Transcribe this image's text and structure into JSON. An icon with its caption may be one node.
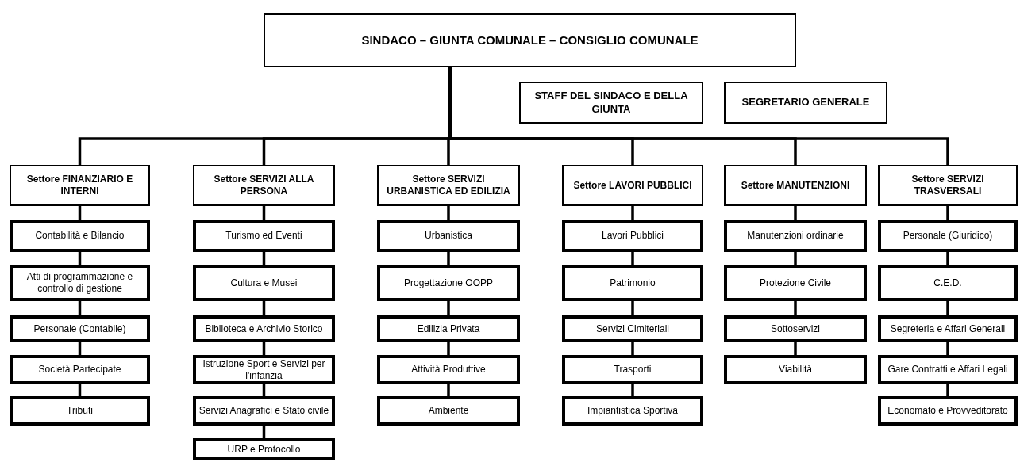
{
  "diagram": {
    "nodes": [
      {
        "text": [
          "SINDACO – GIUNTA COMUNALE – CONSIGLIO COMUNALE"
        ]
      },
      {
        "text": [
          "STAFF DEL SINDACO E DELLA GIUNTA"
        ]
      },
      {
        "text": [
          "SEGRETARIO GENERALE"
        ]
      },
      {
        "text": [
          "Settore FINANZIARIO E INTERNI"
        ]
      },
      {
        "text": [
          "Contabilità e Bilancio"
        ]
      },
      {
        "text": [
          "Atti di programmazione e controllo di gestione"
        ]
      },
      {
        "text": [
          "Personale (Contabile)"
        ]
      },
      {
        "text": [
          "Società Partecipate"
        ]
      },
      {
        "text": [
          "Tributi"
        ]
      },
      {
        "text": [
          "Settore SERVIZI ALLA PERSONA"
        ]
      },
      {
        "text": [
          "Turismo ed Eventi"
        ]
      },
      {
        "text": [
          "Cultura e Musei"
        ]
      },
      {
        "text": [
          "Biblioteca e Archivio Storico"
        ]
      },
      {
        "text": [
          "Istruzione Sport e Servizi per l'infanzia"
        ]
      },
      {
        "text": [
          "Servizi Anagrafici e Stato civile"
        ]
      },
      {
        "text": [
          "URP e Protocollo"
        ]
      },
      {
        "text": [
          "Settore SERVIZI URBANISTICA ED EDILIZIA"
        ]
      },
      {
        "text": [
          "Urbanistica"
        ]
      },
      {
        "text": [
          "Progettazione OOPP"
        ]
      },
      {
        "text": [
          "Edilizia Privata"
        ]
      },
      {
        "text": [
          "Attività Produttive"
        ]
      },
      {
        "text": [
          "Ambiente"
        ]
      },
      {
        "text": [
          "Settore LAVORI PUBBLICI"
        ]
      },
      {
        "text": [
          "Lavori Pubblici"
        ]
      },
      {
        "text": [
          "Patrimonio"
        ]
      },
      {
        "text": [
          "Servizi Cimiteriali"
        ]
      },
      {
        "text": [
          "Trasporti"
        ]
      },
      {
        "text": [
          "Impiantistica Sportiva"
        ]
      },
      {
        "text": [
          "Settore MANUTENZIONI"
        ]
      },
      {
        "text": [
          "Manutenzioni ordinarie"
        ]
      },
      {
        "text": [
          "Protezione Civile"
        ]
      },
      {
        "text": [
          "Sottoservizi"
        ]
      },
      {
        "text": [
          "Viabilità"
        ]
      },
      {
        "text": [
          "Settore SERVIZI TRASVERSALI"
        ]
      },
      {
        "text": [
          "Personale (Giuridico)"
        ]
      },
      {
        "text": [
          "C.E.D."
        ]
      },
      {
        "text": [
          "Segreteria e Affari Generali"
        ]
      },
      {
        "text": [
          "Gare Contratti e Affari Legali"
        ]
      },
      {
        "text": [
          "Economato e Provveditorato"
        ]
      }
    ],
    "edges": [
      {
        "from": 0,
        "to": 3,
        "arrow": "none"
      },
      {
        "from": 0,
        "to": 9,
        "arrow": "none"
      },
      {
        "from": 0,
        "to": 16,
        "arrow": "none"
      },
      {
        "from": 0,
        "to": 22,
        "arrow": "none"
      },
      {
        "from": 0,
        "to": 28,
        "arrow": "none"
      },
      {
        "from": 0,
        "to": 33,
        "arrow": "none"
      },
      {
        "from": 3,
        "to": 4,
        "arrow": "none"
      },
      {
        "from": 4,
        "to": 5,
        "arrow": "none"
      },
      {
        "from": 5,
        "to": 6,
        "arrow": "none"
      },
      {
        "from": 6,
        "to": 7,
        "arrow": "none"
      },
      {
        "from": 7,
        "to": 8,
        "arrow": "none"
      },
      {
        "from": 9,
        "to": 10,
        "arrow": "none"
      },
      {
        "from": 10,
        "to": 11,
        "arrow": "none"
      },
      {
        "from": 11,
        "to": 12,
        "arrow": "none"
      },
      {
        "from": 12,
        "to": 13,
        "arrow": "none"
      },
      {
        "from": 13,
        "to": 14,
        "arrow": "none"
      },
      {
        "from": 14,
        "to": 15,
        "arrow": "none"
      },
      {
        "from": 16,
        "to": 17,
        "arrow": "none"
      },
      {
        "from": 17,
        "to": 18,
        "arrow": "none"
      },
      {
        "from": 18,
        "to": 19,
        "arrow": "none"
      },
      {
        "from": 19,
        "to": 20,
        "arrow": "none"
      },
      {
        "from": 20,
        "to": 21,
        "arrow": "none"
      },
      {
        "from": 22,
        "to": 23,
        "arrow": "none"
      },
      {
        "from": 23,
        "to": 24,
        "arrow": "none"
      },
      {
        "from": 24,
        "to": 25,
        "arrow": "none"
      },
      {
        "from": 25,
        "to": 26,
        "arrow": "none"
      },
      {
        "from": 26,
        "to": 27,
        "arrow": "none"
      },
      {
        "from": 28,
        "to": 29,
        "arrow": "none"
      },
      {
        "from": 29,
        "to": 30,
        "arrow": "none"
      },
      {
        "from": 30,
        "to": 31,
        "arrow": "none"
      },
      {
        "from": 31,
        "to": 32,
        "arrow": "none"
      },
      {
        "from": 33,
        "to": 34,
        "arrow": "none"
      },
      {
        "from": 34,
        "to": 35,
        "arrow": "none"
      },
      {
        "from": 35,
        "to": 36,
        "arrow": "none"
      },
      {
        "from": 36,
        "to": 37,
        "arrow": "none"
      },
      {
        "from": 37,
        "to": 38,
        "arrow": "none"
      }
    ]
  }
}
